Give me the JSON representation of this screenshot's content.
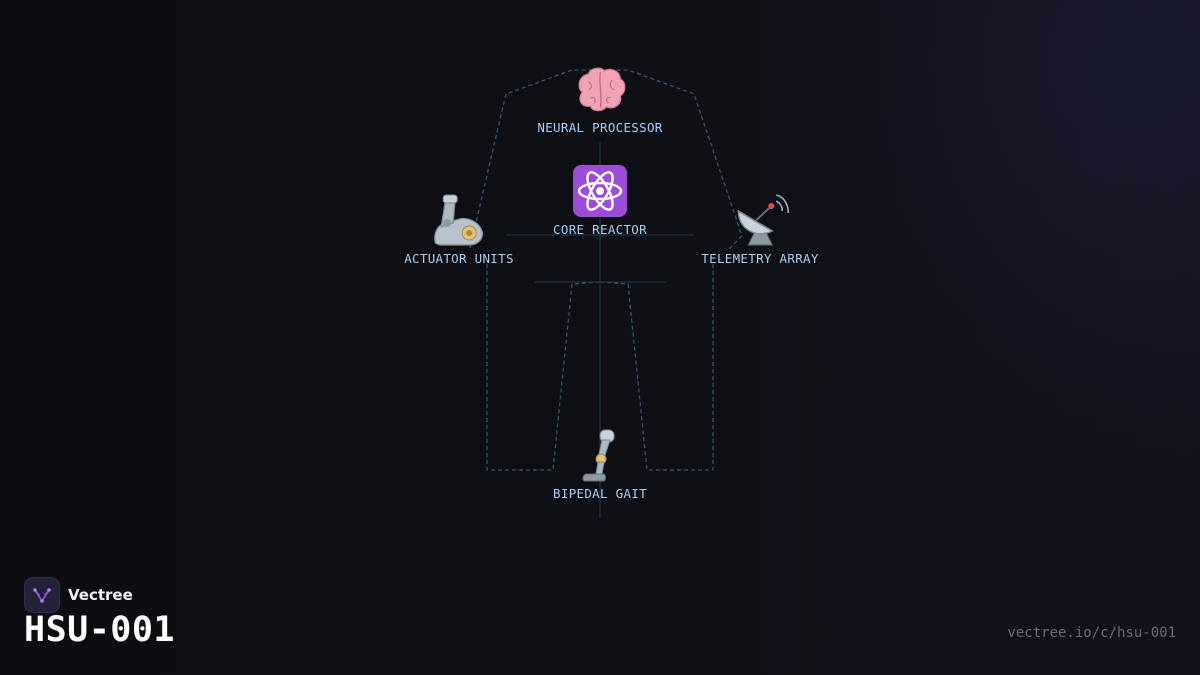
{
  "diagram": {
    "nodes": [
      {
        "id": "neural",
        "label": "NEURAL PROCESSOR",
        "icon": "brain-icon"
      },
      {
        "id": "core",
        "label": "CORE REACTOR",
        "icon": "atom-icon"
      },
      {
        "id": "actuator",
        "label": "ACTUATOR UNITS",
        "icon": "mechanical-arm-icon"
      },
      {
        "id": "telemetry",
        "label": "TELEMETRY ARRAY",
        "icon": "satellite-dish-icon"
      },
      {
        "id": "gait",
        "label": "BIPEDAL GAIT",
        "icon": "mechanical-leg-icon"
      }
    ],
    "colors": {
      "outline": "#2e5778",
      "label": "#a8cdf0",
      "accent": "#9b4dd6"
    }
  },
  "footer": {
    "brand_name": "Vectree",
    "brand_icon": "vectree-logo-icon",
    "code": "HSU-001",
    "url": "vectree.io/c/hsu-001"
  }
}
